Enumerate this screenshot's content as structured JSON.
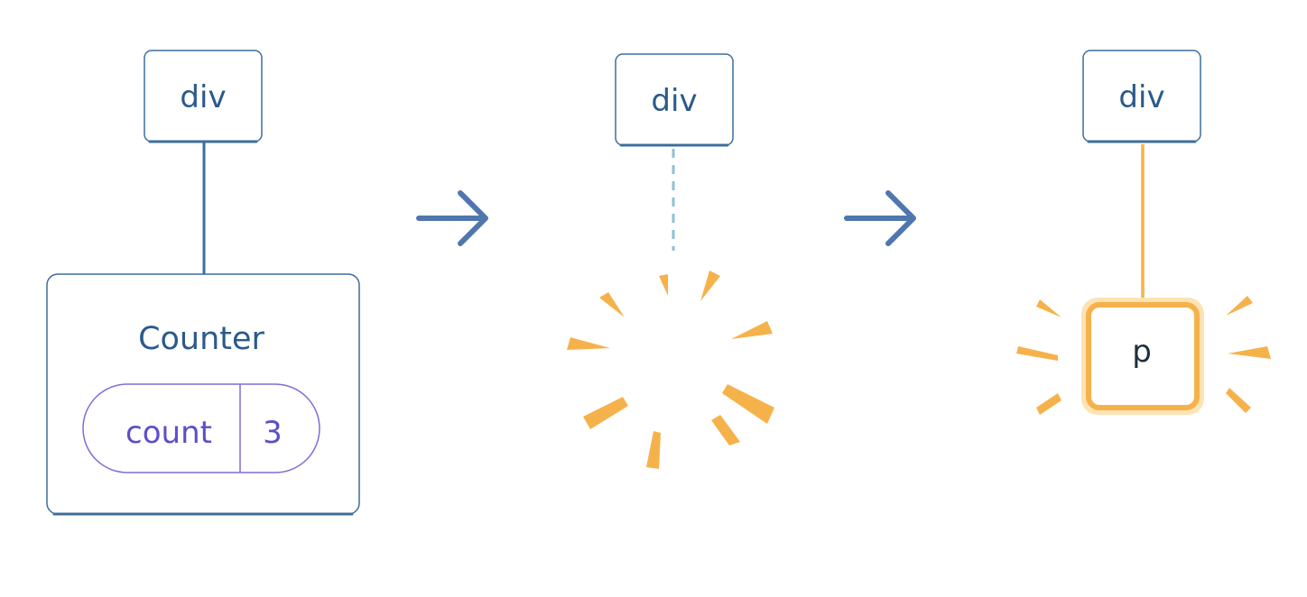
{
  "colors": {
    "node_border": "#3c6e9c",
    "node_text": "#2a5a8a",
    "state_pill": "#7b6fd8",
    "state_text": "#5b50c8",
    "arrow": "#4f77ad",
    "highlight": "#f6b24a",
    "highlight_glow": "#fde3b4",
    "dashed": "#8fc0da"
  },
  "step1": {
    "div_label": "div",
    "component_label": "Counter",
    "state": {
      "name": "count",
      "value": "3"
    }
  },
  "step2": {
    "div_label": "div"
  },
  "step3": {
    "div_label": "div",
    "new_child_label": "p"
  },
  "icons": {
    "arrow1": "arrow-right-icon",
    "arrow2": "arrow-right-icon",
    "burst": "sparkle-burst-icon"
  }
}
